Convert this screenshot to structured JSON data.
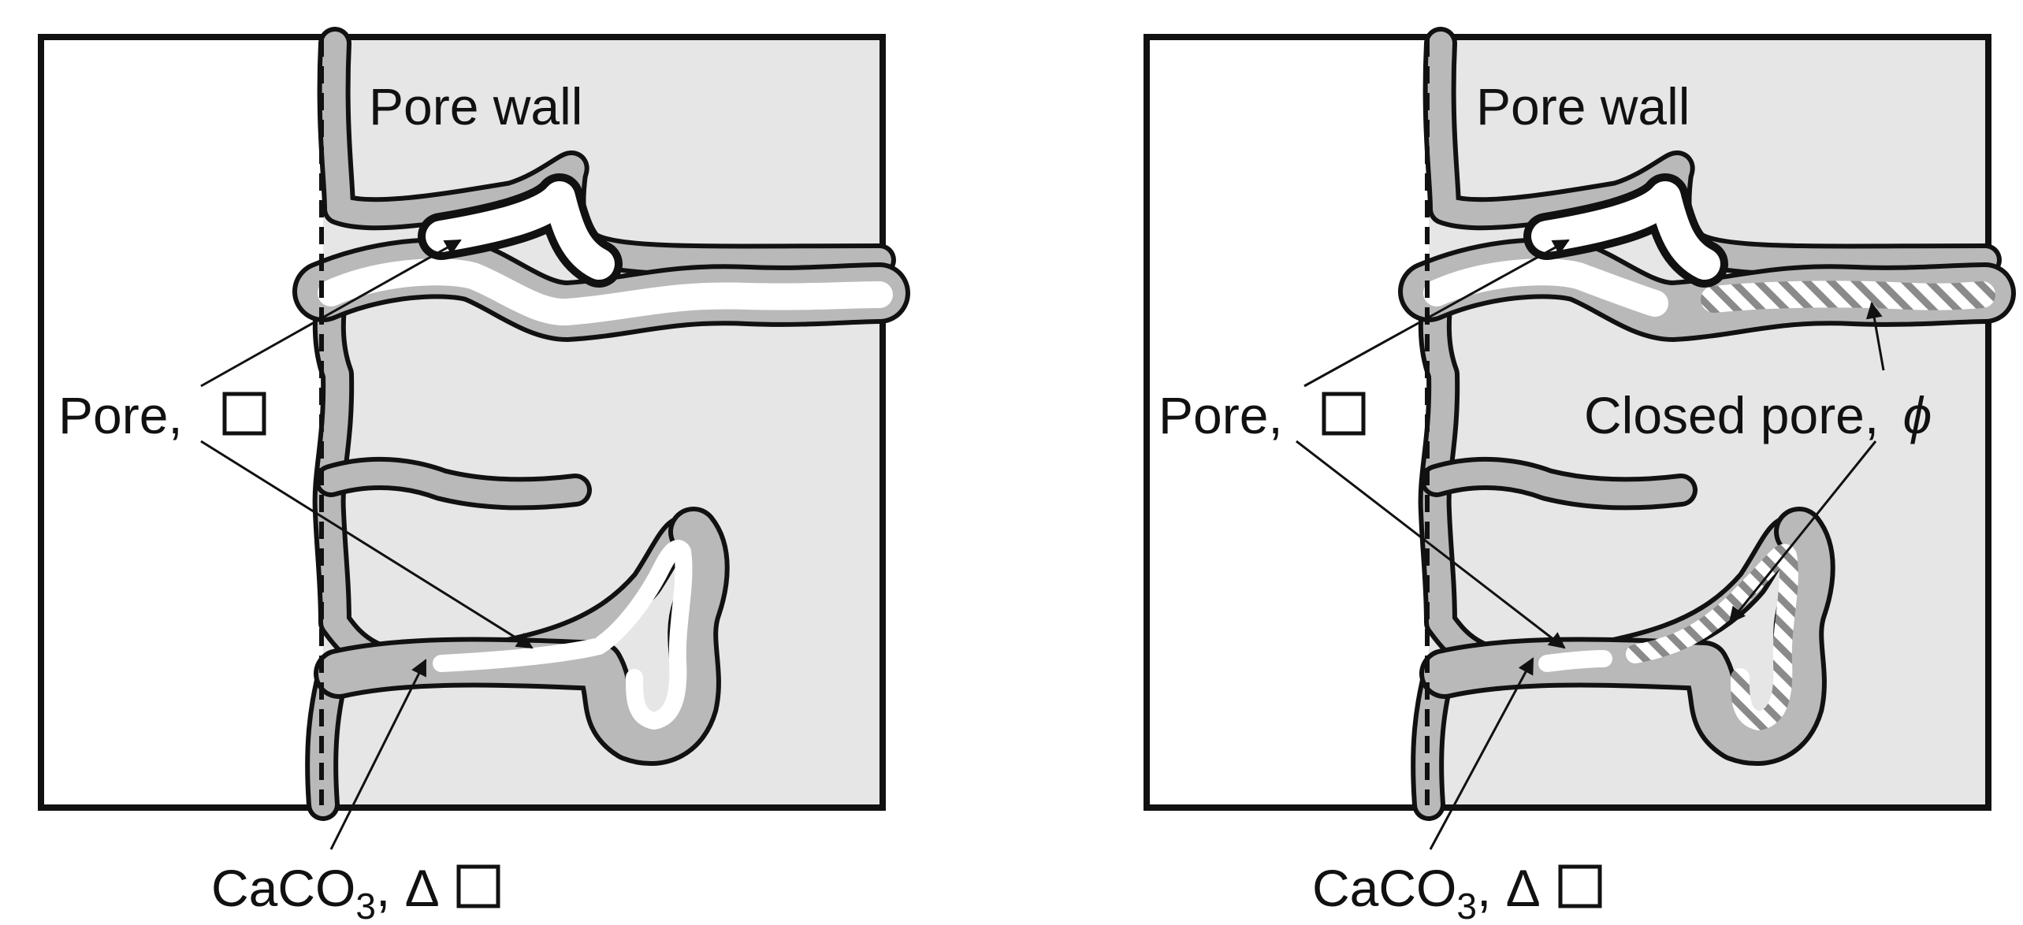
{
  "colors": {
    "background": "#ffffff",
    "pore_wall_fill": "#e6e6e6",
    "caco3_layer": "#b9b9b9",
    "outline": "#111111",
    "hatch": "#777777"
  },
  "panels": [
    {
      "pore_wall_label": "Pore wall",
      "pore_label": "Pore,",
      "caco3_label_main": "CaCO",
      "caco3_label_sub": "3",
      "caco3_label_suffix": ", Δ"
    },
    {
      "pore_wall_label": "Pore wall",
      "pore_label": "Pore,",
      "closed_pore_label": "Closed pore,",
      "closed_pore_symbol": "ϕ",
      "caco3_label_main": "CaCO",
      "caco3_label_sub": "3",
      "caco3_label_suffix": ", Δ"
    }
  ]
}
